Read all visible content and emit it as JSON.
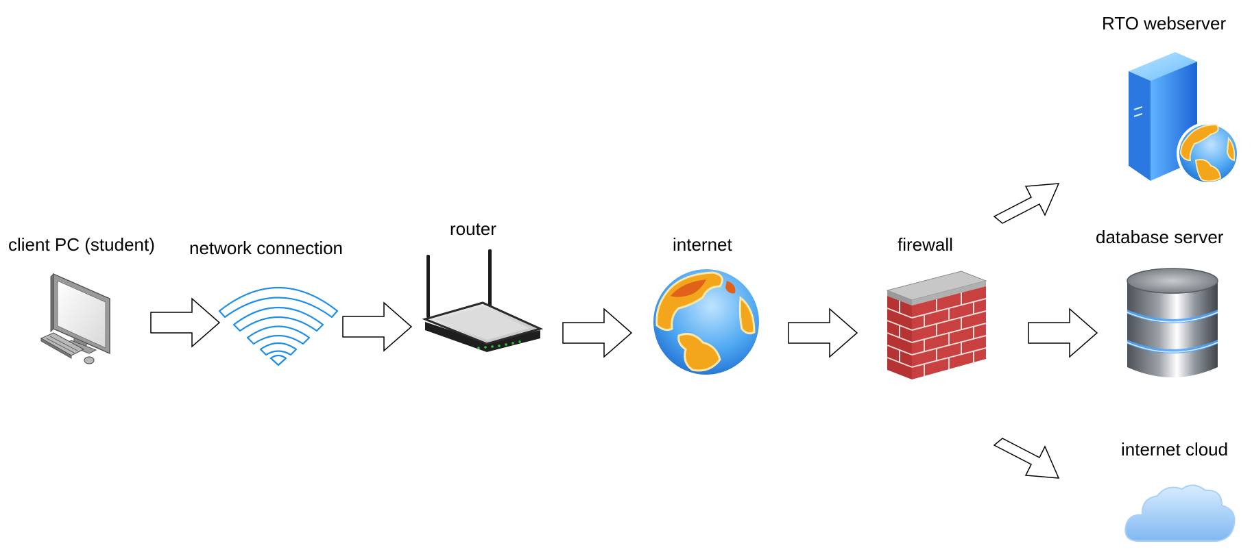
{
  "diagram": {
    "nodes": {
      "client_pc": {
        "label": "client PC (student)",
        "icon": "desktop-computer-icon"
      },
      "network_connection": {
        "label": "network connection",
        "icon": "wifi-icon"
      },
      "router": {
        "label": "router",
        "icon": "router-icon"
      },
      "internet": {
        "label": "internet",
        "icon": "globe-icon"
      },
      "firewall": {
        "label": "firewall",
        "icon": "brick-wall-icon"
      },
      "rto_webserver": {
        "label": "RTO webserver",
        "icon": "web-server-icon"
      },
      "database_server": {
        "label": "database server",
        "icon": "database-icon"
      },
      "internet_cloud": {
        "label": "internet cloud",
        "icon": "cloud-icon"
      }
    },
    "edges": [
      {
        "from": "client PC (student)",
        "to": "network connection"
      },
      {
        "from": "network connection",
        "to": "router"
      },
      {
        "from": "router",
        "to": "internet"
      },
      {
        "from": "internet",
        "to": "firewall"
      },
      {
        "from": "firewall",
        "to": "RTO webserver"
      },
      {
        "from": "firewall",
        "to": "database server"
      },
      {
        "from": "firewall",
        "to": "internet cloud"
      }
    ],
    "colors": {
      "wifi": "#1e8fe8",
      "globe_ocean": "#3f9ff0",
      "globe_land": "#f3a51c",
      "brick": "#c0393a",
      "server_blue": "#2d7fe6",
      "database_gray": "#6f747a",
      "database_glow": "#4da6ff",
      "cloud": "#9ccaf7"
    }
  }
}
